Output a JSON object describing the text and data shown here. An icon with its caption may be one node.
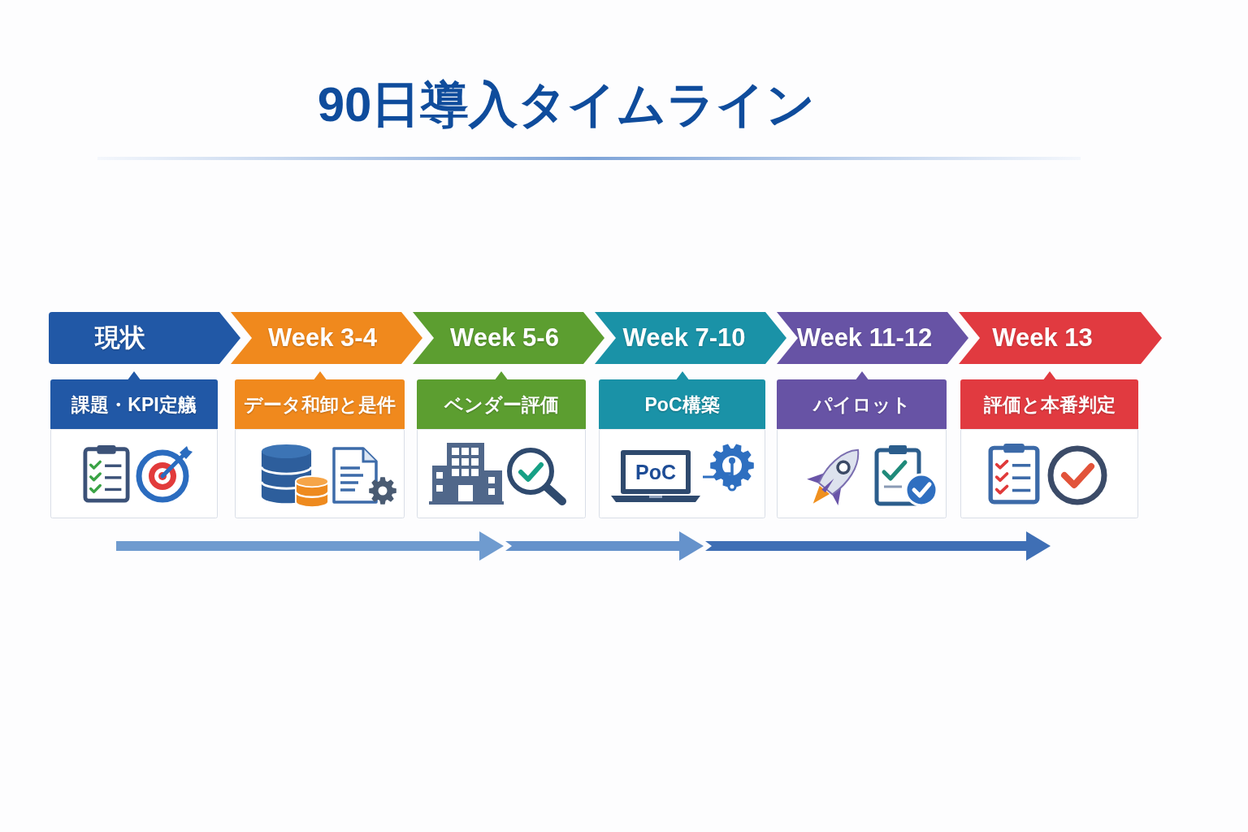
{
  "diagram": {
    "title": "90日導入タイムライン",
    "nodes": [
      {
        "text": [
          "現状"
        ]
      },
      {
        "text": [
          "Week 3-4"
        ]
      },
      {
        "text": [
          "Week 5-6"
        ]
      },
      {
        "text": [
          "Week 7-10"
        ]
      },
      {
        "text": [
          "Week 11-12"
        ]
      },
      {
        "text": [
          "Week 13"
        ]
      },
      {
        "text": [
          "課題・KPI定艤"
        ]
      },
      {
        "text": [
          "データ和卸と是件"
        ]
      },
      {
        "text": [
          "ベンダー評価"
        ]
      },
      {
        "text": [
          "PoC構築"
        ]
      },
      {
        "text": [
          "パイロット"
        ]
      },
      {
        "text": [
          "評価と本番判定"
        ]
      }
    ],
    "labels": [
      "PoC"
    ]
  }
}
